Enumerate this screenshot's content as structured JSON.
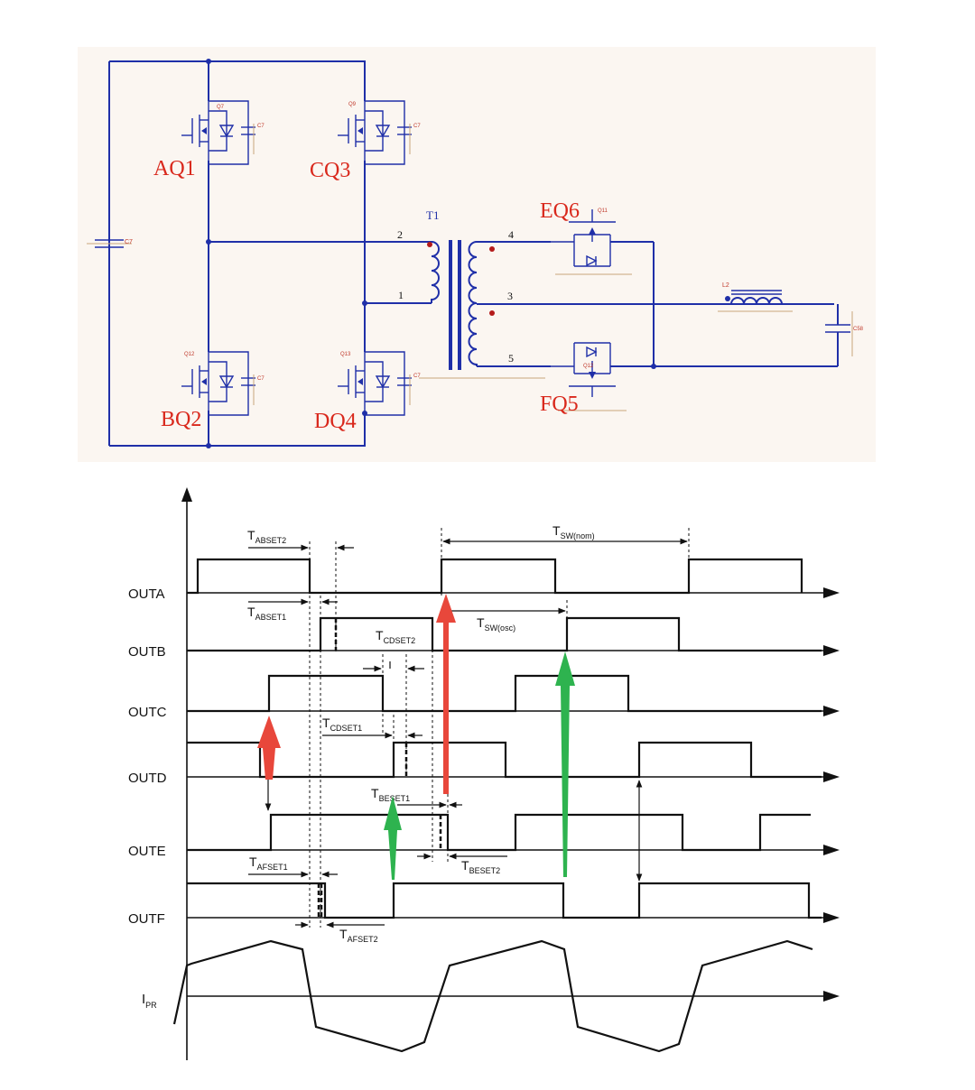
{
  "schematic": {
    "transformer_label": "T1",
    "switch_labels": {
      "aq1": "AQ1",
      "bq2": "BQ2",
      "cq3": "CQ3",
      "dq4": "DQ4",
      "eq6": "EQ6",
      "fq5": "FQ5"
    },
    "pin_labels": {
      "p2": "2",
      "p1": "1",
      "p4": "4",
      "p3": "3",
      "p5": "5"
    },
    "part_refs": {
      "q7": "Q7",
      "q9": "Q9",
      "q12": "Q12",
      "q13": "Q13",
      "q11": "Q11",
      "q12b": "Q12",
      "c_aq1": "C7",
      "c_cq3": "C7",
      "c_bq2": "C7",
      "c_dq4": "C7",
      "c_bus": "C7",
      "l2": "L2",
      "c58": "C58"
    },
    "colors": {
      "wire": "#1f2fa8",
      "label": "#d9281c",
      "background": "#fbf6f1"
    }
  },
  "timing": {
    "signals": [
      "OUTA",
      "OUTB",
      "OUTC",
      "OUTD",
      "OUTE",
      "OUTF"
    ],
    "current_label": {
      "main": "I",
      "sub": "PR"
    },
    "annotations": {
      "abset2": {
        "main": "T",
        "sub": "ABSET2"
      },
      "abset1": {
        "main": "T",
        "sub": "ABSET1"
      },
      "cdset2": {
        "main": "T",
        "sub": "CDSET2"
      },
      "cdset1": {
        "main": "T",
        "sub": "CDSET1"
      },
      "beset1": {
        "main": "T",
        "sub": "BESET1"
      },
      "beset2": {
        "main": "T",
        "sub": "BESET2"
      },
      "afset1": {
        "main": "T",
        "sub": "AFSET1"
      },
      "afset2": {
        "main": "T",
        "sub": "AFSET2"
      },
      "sw_nom": {
        "main": "T",
        "sub": "SW(nom)"
      },
      "sw_osc": {
        "main": "T",
        "sub": "SW(osc)"
      }
    },
    "colors": {
      "red_arrow": "#e8473b",
      "green_arrow": "#2eb34f",
      "trace": "#111111"
    }
  }
}
